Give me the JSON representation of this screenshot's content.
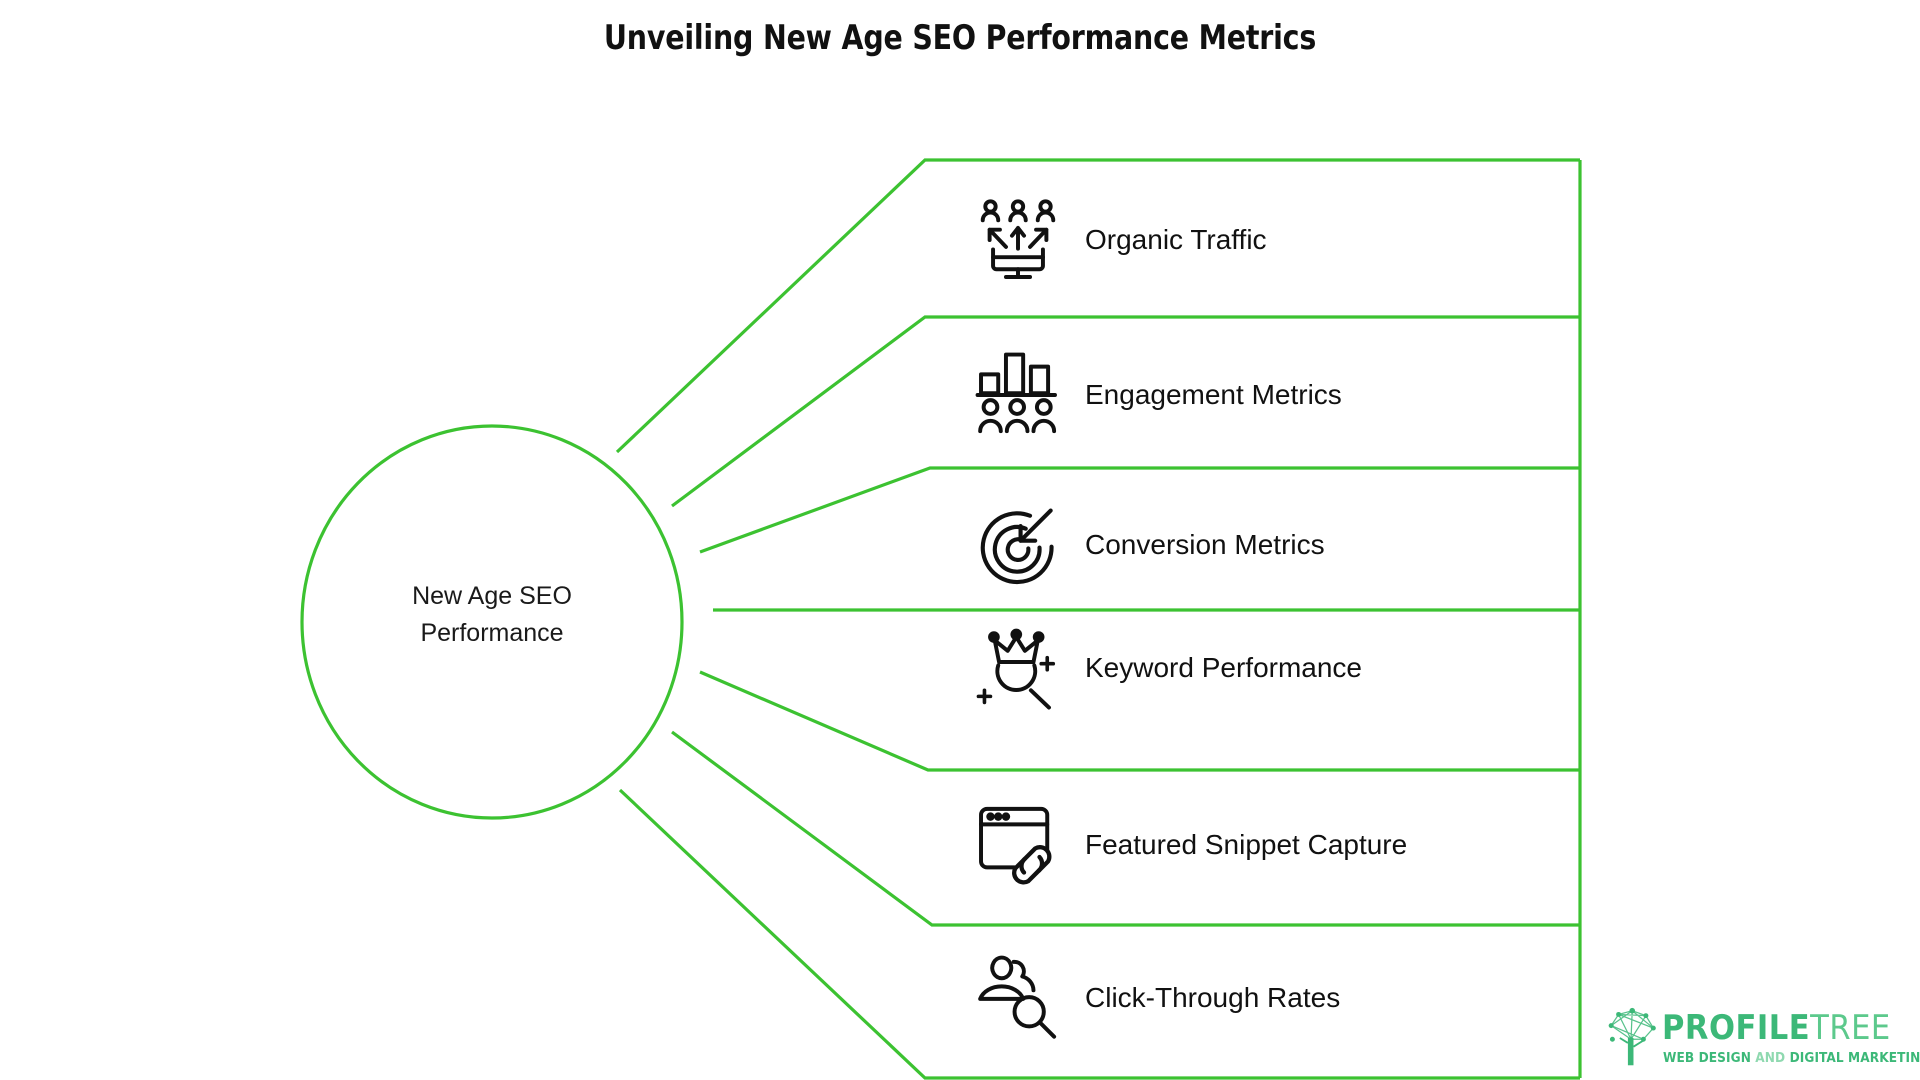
{
  "title": "Unveiling New Age SEO Performance Metrics",
  "colors": {
    "accent_green": "#3cc231",
    "logo_green": "#3cb878",
    "logo_green_light": "#8fd9b0",
    "text": "#111111",
    "background": "#ffffff"
  },
  "hub": {
    "line1": "New Age SEO",
    "line2": "Performance"
  },
  "rows": [
    {
      "label": "Organic Traffic",
      "icon": "people-traffic-monitor-icon"
    },
    {
      "label": "Engagement Metrics",
      "icon": "bar-chart-people-icon"
    },
    {
      "label": "Conversion Metrics",
      "icon": "target-arrow-icon"
    },
    {
      "label": "Keyword Performance",
      "icon": "crown-magnifier-icon"
    },
    {
      "label": "Featured Snippet Capture",
      "icon": "browser-link-icon"
    },
    {
      "label": "Click-Through Rates",
      "icon": "users-magnifier-icon"
    }
  ],
  "logo": {
    "word_bold": "PROFILE",
    "word_light": "TREE",
    "tagline_part1": "WEB DESIGN ",
    "tagline_and": "AND",
    "tagline_part2": " DIGITAL MARKETING",
    "mark": "network-tree-icon"
  }
}
